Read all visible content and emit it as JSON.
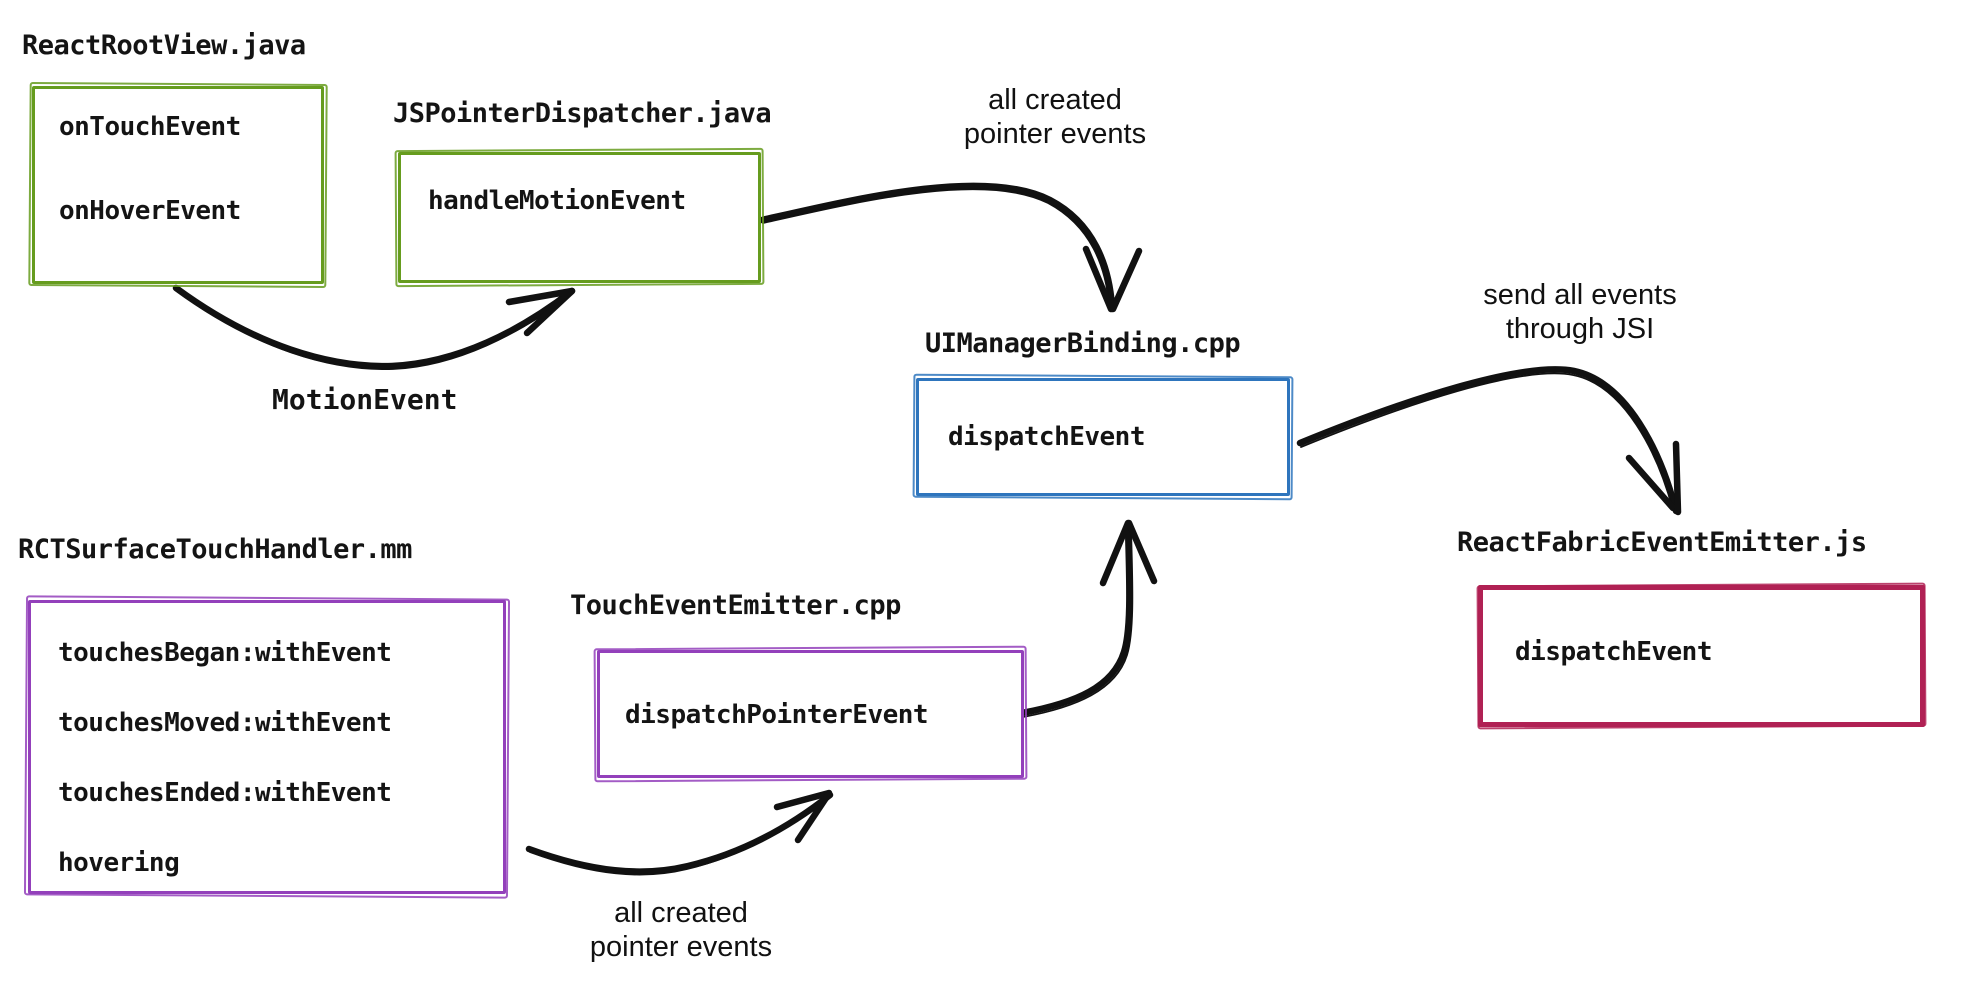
{
  "nodes": {
    "react_root_view": {
      "file": "ReactRootView.java",
      "methods": [
        "onTouchEvent",
        "onHoverEvent"
      ]
    },
    "js_pointer_dispatcher": {
      "file": "JSPointerDispatcher.java",
      "methods": [
        "handleMotionEvent"
      ]
    },
    "ui_manager_binding": {
      "file": "UIManagerBinding.cpp",
      "methods": [
        "dispatchEvent"
      ]
    },
    "react_fabric_event_emitter": {
      "file": "ReactFabricEventEmitter.js",
      "methods": [
        "dispatchEvent"
      ]
    },
    "rct_surface_touch_handler": {
      "file": "RCTSurfaceTouchHandler.mm",
      "methods": [
        "touchesBegan:withEvent",
        "touchesMoved:withEvent",
        "touchesEnded:withEvent",
        "hovering"
      ]
    },
    "touch_event_emitter": {
      "file": "TouchEventEmitter.cpp",
      "methods": [
        "dispatchPointerEvent"
      ]
    }
  },
  "edge_labels": {
    "motion_event": "MotionEvent",
    "created_pointer_events_top": {
      "line1": "all created",
      "line2": "pointer events"
    },
    "send_through_jsi": {
      "line1": "send all events",
      "line2": "through JSI"
    },
    "created_pointer_events_bottom": {
      "line1": "all created",
      "line2": "pointer events"
    }
  },
  "colors": {
    "green": "#669c1e",
    "blue": "#2e75bd",
    "purple": "#9340bb",
    "crimson": "#b02154",
    "ink": "#111111"
  }
}
